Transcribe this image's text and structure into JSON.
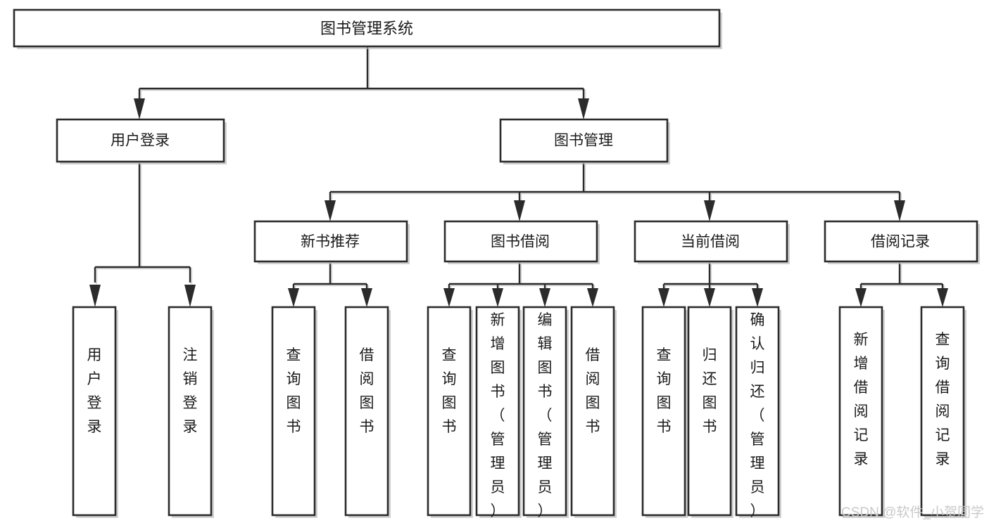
{
  "diagram": {
    "title": "图书管理系统",
    "type": "tree-hierarchy-chart",
    "orientation": "top-down",
    "root": {
      "id": "root",
      "label": "图书管理系统"
    },
    "level2": [
      {
        "id": "user-login",
        "label": "用户登录"
      },
      {
        "id": "book-manage",
        "label": "图书管理"
      }
    ],
    "level3": [
      {
        "id": "new-book-recommend",
        "label": "新书推荐",
        "parent": "book-manage"
      },
      {
        "id": "book-borrow",
        "label": "图书借阅",
        "parent": "book-manage"
      },
      {
        "id": "current-borrow",
        "label": "当前借阅",
        "parent": "book-manage"
      },
      {
        "id": "borrow-record",
        "label": "借阅记录",
        "parent": "book-manage"
      }
    ],
    "leaves": {
      "user-login": [
        {
          "id": "leaf-user-login",
          "label": "用户登录"
        },
        {
          "id": "leaf-logout",
          "label": "注销登录"
        }
      ],
      "new-book-recommend": [
        {
          "id": "leaf-query-book-1",
          "label": "查询图书"
        },
        {
          "id": "leaf-borrow-book-1",
          "label": "借阅图书"
        }
      ],
      "book-borrow": [
        {
          "id": "leaf-query-book-2",
          "label": "查询图书"
        },
        {
          "id": "leaf-add-book",
          "label": "新增图书（管理员）"
        },
        {
          "id": "leaf-edit-book",
          "label": "编辑图书（管理员）"
        },
        {
          "id": "leaf-borrow-book-2",
          "label": "借阅图书"
        }
      ],
      "current-borrow": [
        {
          "id": "leaf-query-book-3",
          "label": "查询图书"
        },
        {
          "id": "leaf-return-book",
          "label": "归还图书"
        },
        {
          "id": "leaf-confirm-return",
          "label": "确认归还（管理员）"
        }
      ],
      "borrow-record": [
        {
          "id": "leaf-add-record",
          "label": "新增借阅记录"
        },
        {
          "id": "leaf-query-record",
          "label": "查询借阅记录"
        }
      ]
    }
  },
  "watermark": {
    "text": "CSDN @软件_小贺同学"
  },
  "colors": {
    "box_stroke": "#2b2b2b",
    "box_fill": "#ffffff",
    "connector": "#2b2b2b",
    "shadow": "#b9b9b9",
    "text": "#1a1a1a",
    "watermark": "#c9c9c9",
    "background": "#ffffff"
  }
}
